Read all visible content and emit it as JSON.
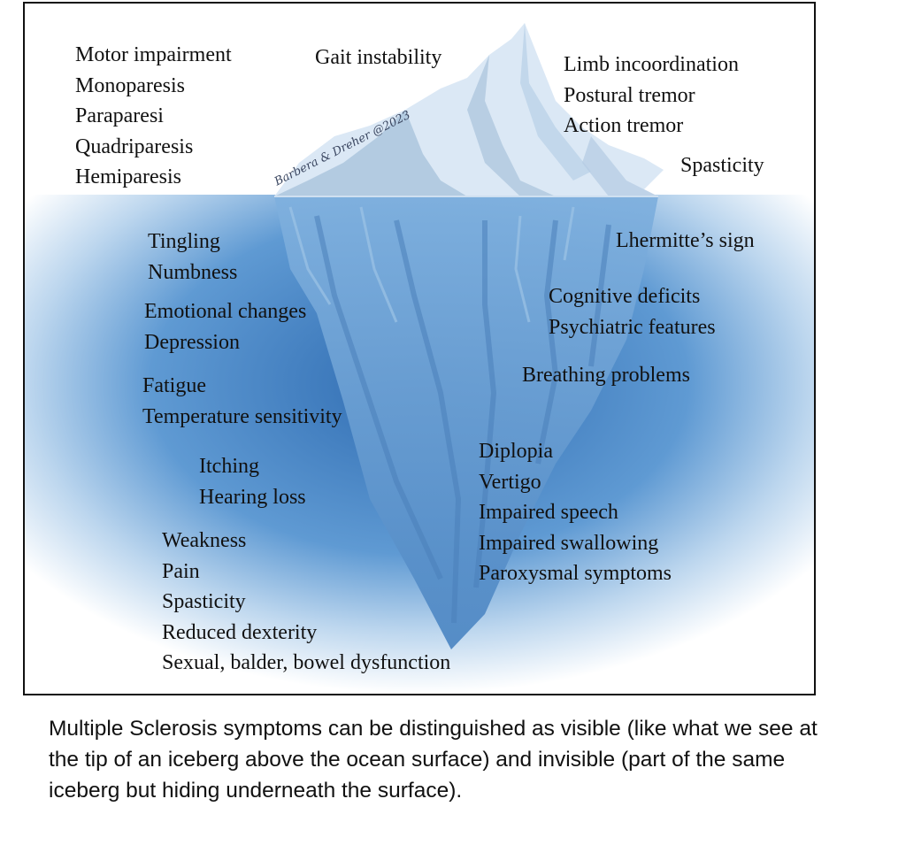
{
  "above_surface": {
    "left": [
      "Motor impairment",
      "Monoparesis",
      "Paraparesi",
      "Quadriparesis",
      "Hemiparesis"
    ],
    "top": [
      "Gait instability"
    ],
    "right": [
      "Limb incoordination",
      "Postural tremor",
      "Action tremor"
    ],
    "far_right": [
      "Spasticity"
    ]
  },
  "below_surface": {
    "sensory": [
      "Tingling",
      "Numbness"
    ],
    "emotional": [
      "Emotional changes",
      "Depression"
    ],
    "fatigue": [
      "Fatigue",
      "Temperature sensitivity"
    ],
    "itching": [
      "Itching",
      "Hearing loss"
    ],
    "motor": [
      "Weakness",
      "Pain",
      "Spasticity",
      "Reduced dexterity",
      "Sexual, balder, bowel dysfunction"
    ],
    "lhermitte": [
      "Lhermitte’s sign"
    ],
    "cognitive": [
      "Cognitive deficits",
      "Psychiatric features"
    ],
    "breathing": [
      "Breathing problems"
    ],
    "brainstem": [
      "Diplopia",
      "Vertigo",
      "Impaired speech",
      "Impaired swallowing",
      "Paroxysmal symptoms"
    ]
  },
  "signature": "Barbera & Dreher @2023",
  "caption": "Multiple Sclerosis symptoms can be distinguished as visible (like what we see at the tip of an iceberg above the ocean surface) and invisible (part of the same iceberg but hiding underneath the surface).",
  "colors": {
    "water_deep": "#3a78bd",
    "water_light": "#ffffff",
    "ice_top": "#dbe8f5",
    "ice_shade": "#a9c3dc",
    "ice_under": "#6aa0d4"
  }
}
